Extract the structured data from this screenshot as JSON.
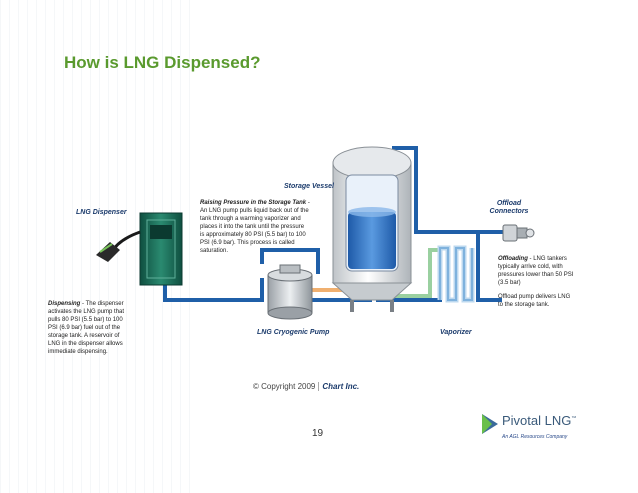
{
  "slide": {
    "title": "How is LNG Dispensed?",
    "page_number": "19"
  },
  "labels": {
    "storage_vessel": "Storage Vessel",
    "lng_dispenser": "LNG Dispenser",
    "offload_connectors_1": "Offload",
    "offload_connectors_2": "Connectors",
    "cryogenic_pump": "LNG Cryogenic Pump",
    "vaporizer": "Vaporizer"
  },
  "raising_pressure": {
    "title": "Raising Pressure in the Storage Tank",
    "lines": [
      "An LNG pump pulls liquid back out of the",
      "tank through a warming vaporizer and",
      "places it into the tank until the pressure",
      "is approximately 80 PSI (5.5 bar) to 100",
      "PSI (6.9 bar). This process is called",
      "saturation."
    ]
  },
  "dispensing": {
    "title": "Dispensing",
    "lines": [
      "activates the LNG pump that",
      "pulls 80 PSI (5.5 bar) to 100",
      "PSI (6.9 bar) fuel out of the",
      "storage tank. A reservoir of",
      "LNG in the dispenser allows",
      "immediate dispensing."
    ],
    "first_line_rest": " - The dispenser"
  },
  "offloading": {
    "title": "Offloading",
    "first_line_rest": " - LNG tankers",
    "lines": [
      "typically arrive cold, with",
      "pressures lower than 50 PSI",
      "(3.5 bar)"
    ],
    "note_lines": [
      "Offload pump delivers LNG",
      "to the storage tank."
    ]
  },
  "footer": {
    "copyright": "© Copyright 2009",
    "brand": "Chart Inc."
  },
  "logo": {
    "name": "Pivotal LNG",
    "tm": "™",
    "tagline": "An AGL Resources Company"
  },
  "colors": {
    "title_green": "#5a9a2e",
    "pipe_blue": "#1f5fa8",
    "pipe_orange": "#f0b070",
    "pipe_green": "#9ad0a0",
    "dispenser_green": "#1f6f5a",
    "label_navy": "#1a3a6b"
  }
}
